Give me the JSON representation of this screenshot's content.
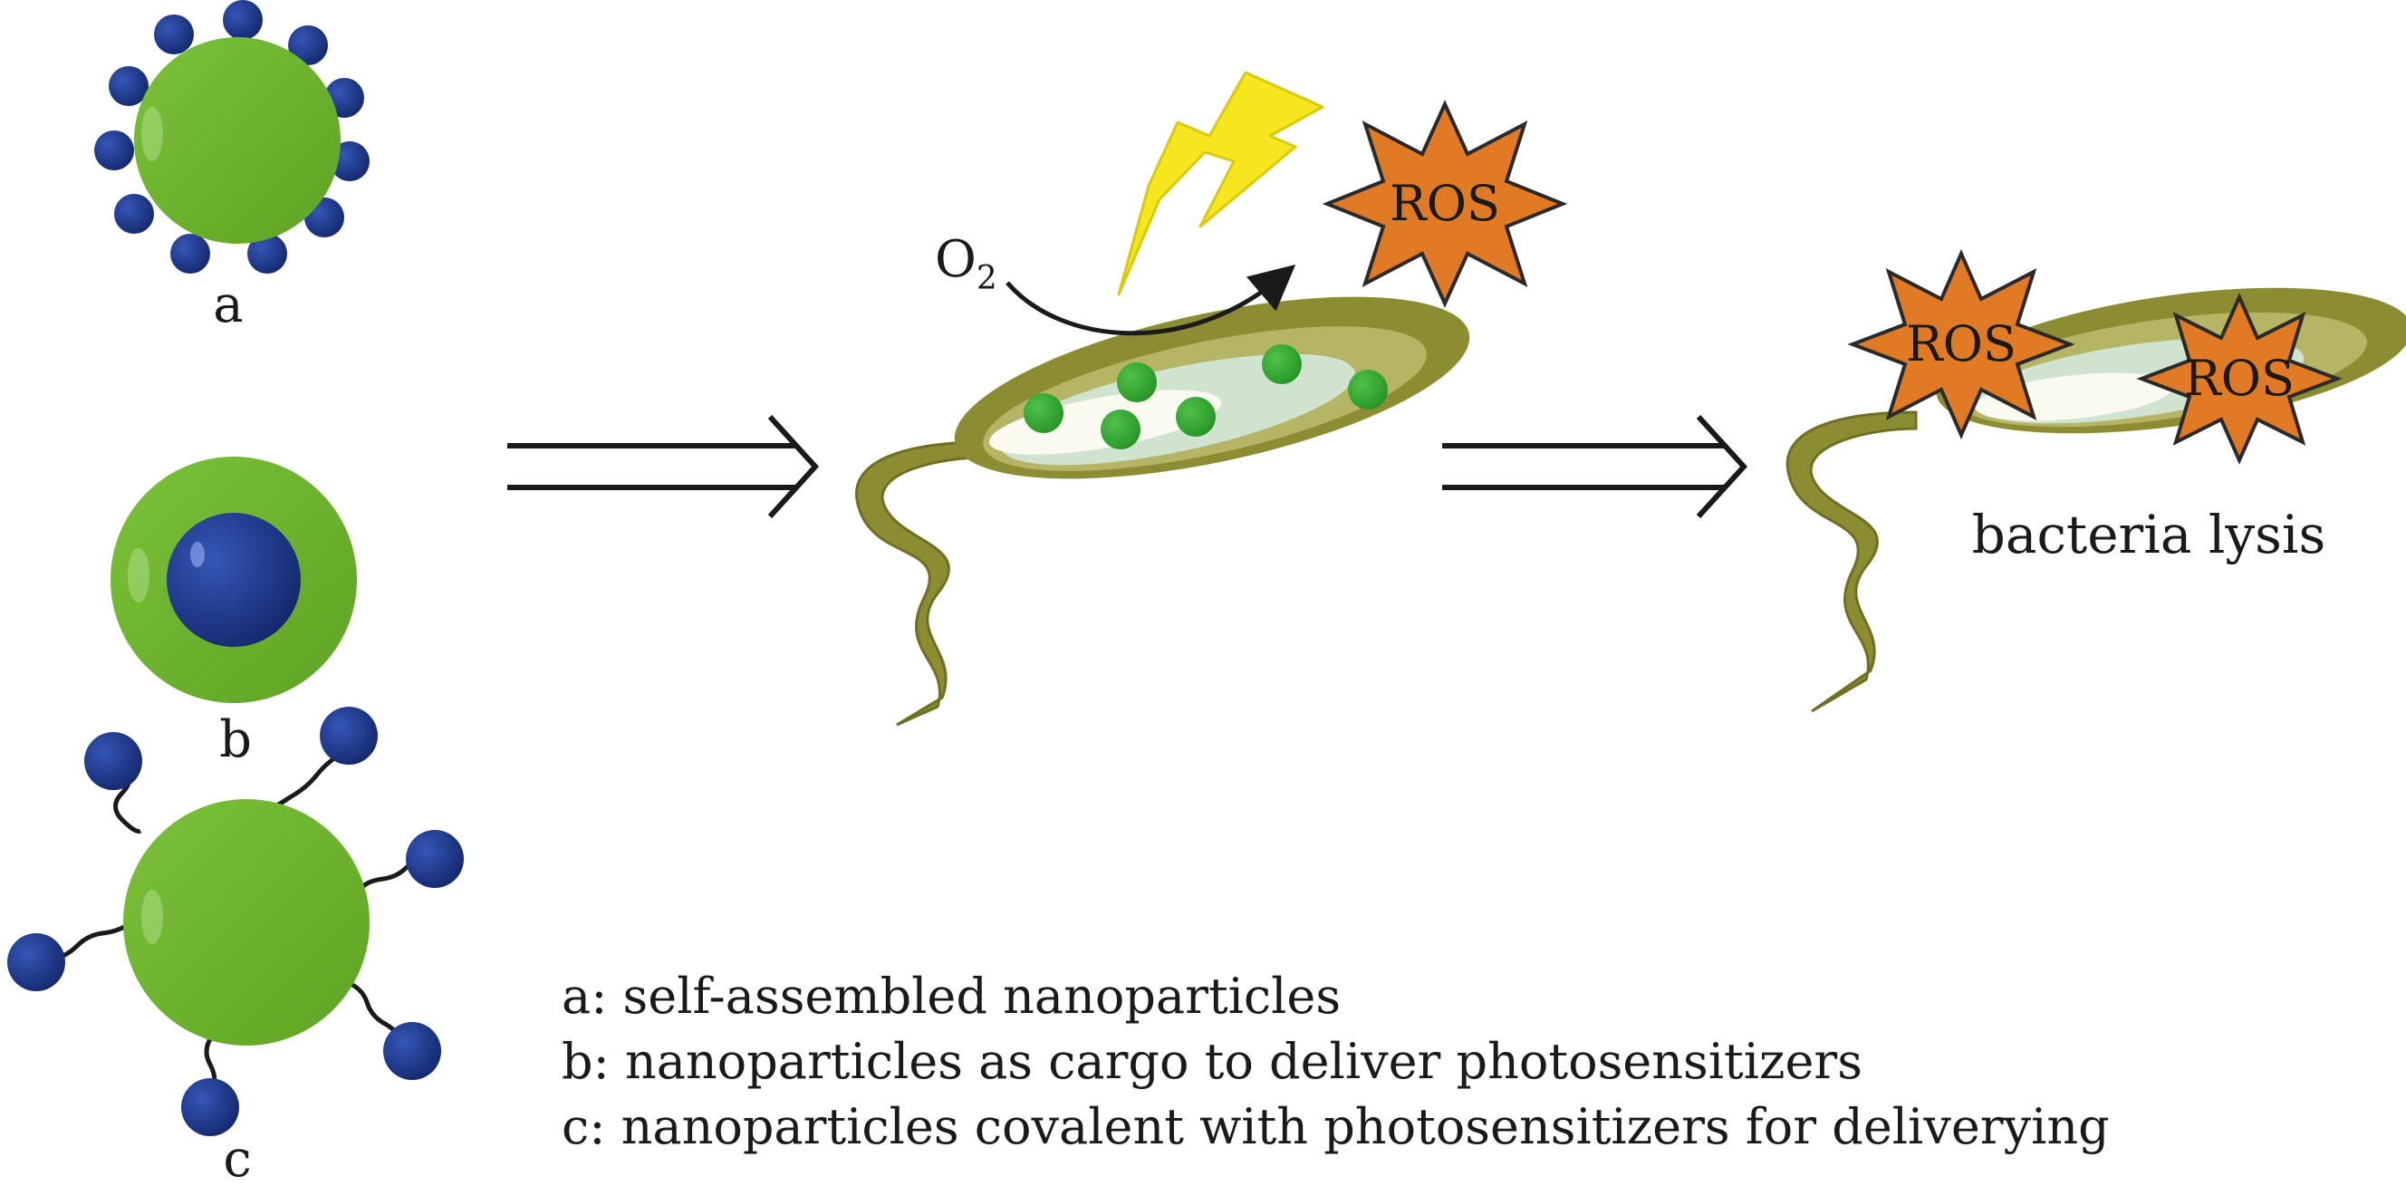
{
  "labels": {
    "a": "a",
    "b": "b",
    "c": "c",
    "oxygen_main": "O",
    "oxygen_sub": "2",
    "ros_1": "ROS",
    "ros_2": "ROS",
    "ros_3": "ROS",
    "lysis": "bacteria lysis"
  },
  "legend": [
    "a: self-assembled nanoparticles",
    "b: nanoparticles as cargo to deliver photosensitizers",
    "c: nanoparticles covalent with photosensitizers for deliverying"
  ],
  "colors": {
    "nanoparticle_green": "#6db42c",
    "photosensitizer_blue": "#1f3a93",
    "ros_orange": "#e07a24",
    "lightning_yellow": "#f5e61e",
    "bacteria_olive": "#8c8c33",
    "bacteria_inner": "#cfe3cf"
  },
  "icons": [
    "lightning-bolt-icon",
    "curved-arrow-icon",
    "double-arrow-icon",
    "ros-star-icon"
  ]
}
